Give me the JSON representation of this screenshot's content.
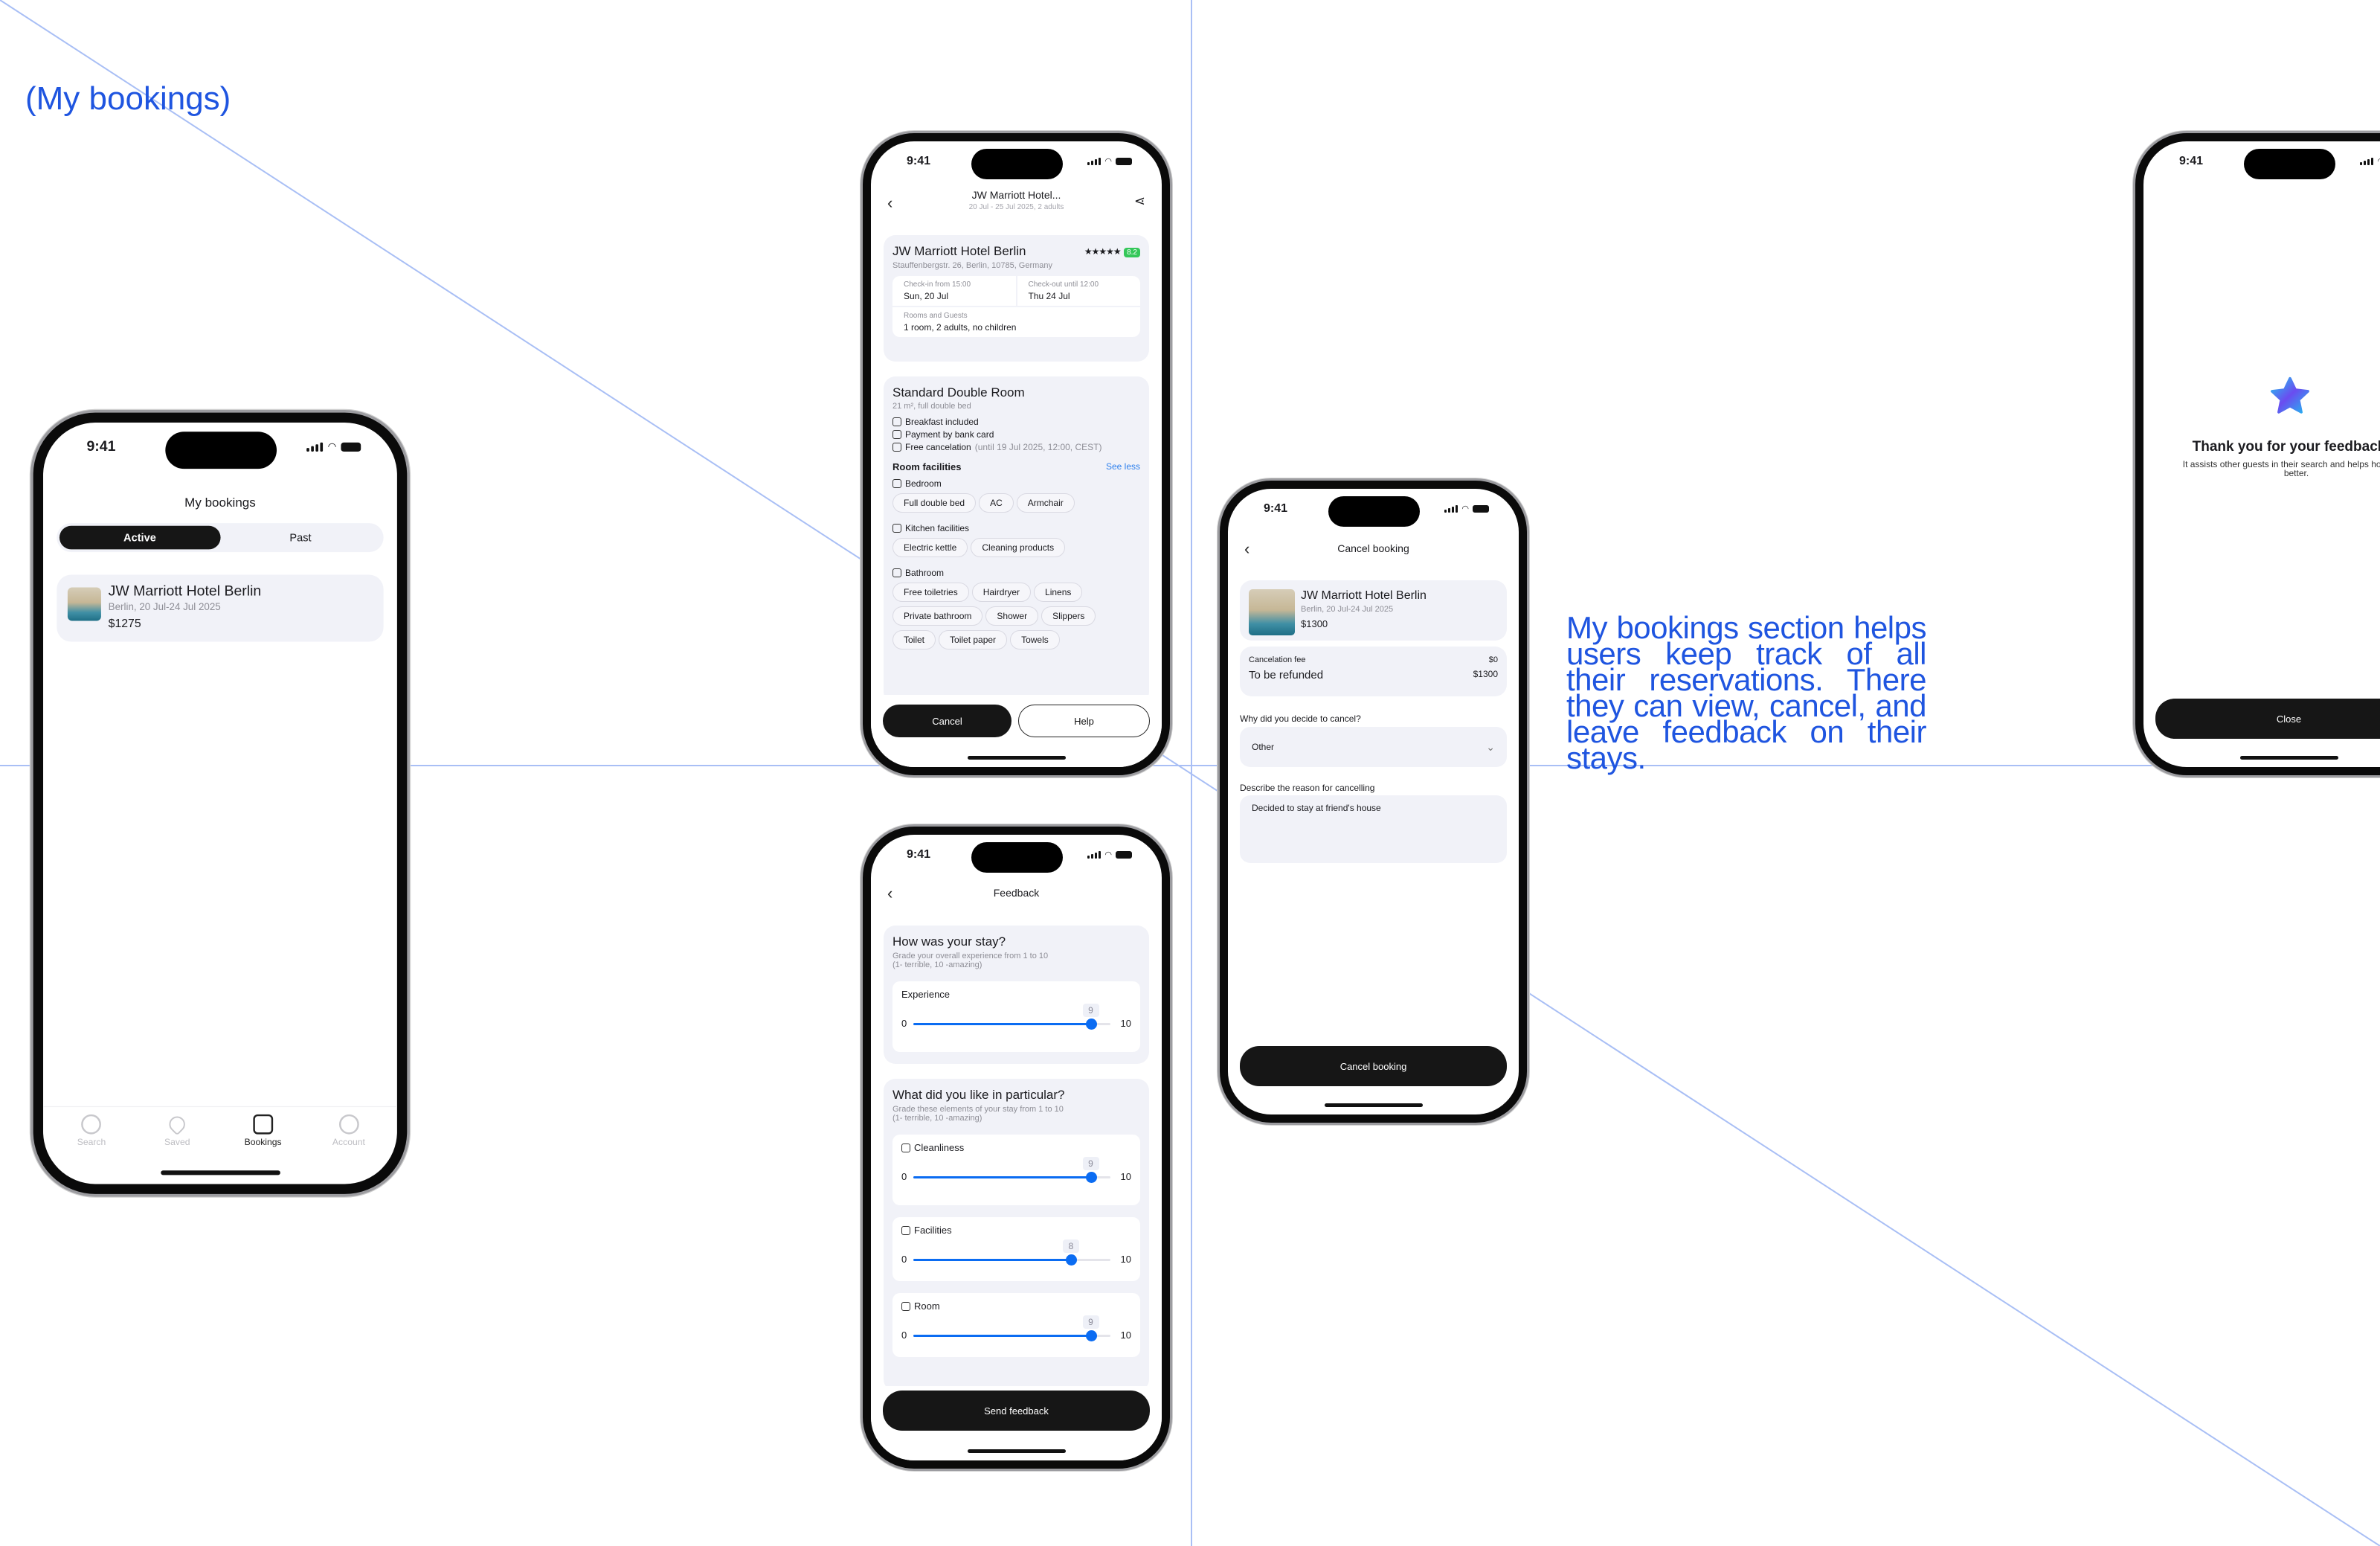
{
  "section_title": "(My bookings)",
  "description": "My bookings section helps users keep track of all their reservations. There they can view, cancel, and leave feedback on their stays.",
  "colors": {
    "accent_blue": "#1f55e0",
    "guide_line": "#a9bff5",
    "slider": "#0b6cf2",
    "rating_badge": "#34c759"
  },
  "status_time": "9:41",
  "my_bookings": {
    "title": "My bookings",
    "tabs": [
      {
        "label": "Active",
        "selected": true
      },
      {
        "label": "Past",
        "selected": false
      }
    ],
    "booking": {
      "name": "JW Marriott Hotel Berlin",
      "details": "Berlin, 20 Jul-24 Jul 2025",
      "price": "$1275"
    },
    "nav": [
      {
        "label": "Search",
        "icon": "search-icon"
      },
      {
        "label": "Saved",
        "icon": "heart-icon"
      },
      {
        "label": "Bookings",
        "icon": "bookings-icon",
        "active": true
      },
      {
        "label": "Account",
        "icon": "account-icon"
      }
    ]
  },
  "details": {
    "header_title": "JW Marriott Hotel...",
    "header_subtitle": "20 Jul - 25 Jul 2025, 2 adults",
    "hotel_name": "JW Marriott Hotel Berlin",
    "stars": "★★★★★",
    "rating": "8.2",
    "address": "Stauffenbergstr. 26, Berlin, 10785, Germany",
    "checkin_label": "Check-in from 15:00",
    "checkin_value": "Sun, 20 Jul",
    "checkout_label": "Check-out until 12:00",
    "checkout_value": "Thu 24 Jul",
    "guests_label": "Rooms and Guests",
    "guests_value": "1 room, 2 adults, no children",
    "room_title": "Standard Double Room",
    "room_sub": "21 m², full double bed",
    "features": [
      "Breakfast included",
      "Payment by bank card",
      "Free cancelation"
    ],
    "cancel_until": "(until 19 Jul 2025, 12:00, CEST)",
    "facilities_title": "Room facilities",
    "see_less": "See less",
    "groups": [
      {
        "name": "Bedroom",
        "items": [
          "Full double bed",
          "AC",
          "Armchair"
        ]
      },
      {
        "name": "Kitchen facilities",
        "items": [
          "Electric kettle",
          "Cleaning products"
        ]
      },
      {
        "name": "Bathroom",
        "items": [
          "Free toiletries",
          "Hairdryer",
          "Linens",
          "Private bathroom",
          "Shower",
          "Slippers",
          "Toilet",
          "Toilet paper",
          "Towels"
        ]
      }
    ],
    "cancel_btn": "Cancel",
    "help_btn": "Help"
  },
  "feedback": {
    "title": "Feedback",
    "q1": "How was your stay?",
    "q1_sub1": "Grade your overall experience from 1 to 10",
    "q1_sub2": "(1- terrible, 10 -amazing)",
    "q2": "What did you like in particular?",
    "q2_sub1": "Grade these elements of your stay from 1 to 10",
    "q2_sub2": "(1- terrible, 10 -amazing)",
    "min": "0",
    "max": "10",
    "sliders": [
      {
        "label": "Experience",
        "value": 9
      },
      {
        "label": "Cleanliness",
        "value": 9
      },
      {
        "label": "Facilities",
        "value": 8
      },
      {
        "label": "Room",
        "value": 9
      }
    ],
    "send": "Send feedback"
  },
  "cancel": {
    "title": "Cancel booking",
    "hotel_name": "JW Marriott Hotel Berlin",
    "details": "Berlin, 20 Jul-24 Jul 2025",
    "price": "$1300",
    "fee_label": "Cancelation fee",
    "fee_value": "$0",
    "refund_label": "To be refunded",
    "refund_value": "$1300",
    "why_label": "Why did you decide to cancel?",
    "why_value": "Other",
    "describe_label": "Describe the reason for cancelling",
    "describe_value": "Decided to stay at friend's house",
    "button": "Cancel booking"
  },
  "thanks": {
    "title": "Thank you for your feedback",
    "sub": "It assists other guests in their search and helps hotels get better.",
    "button": "Close"
  }
}
